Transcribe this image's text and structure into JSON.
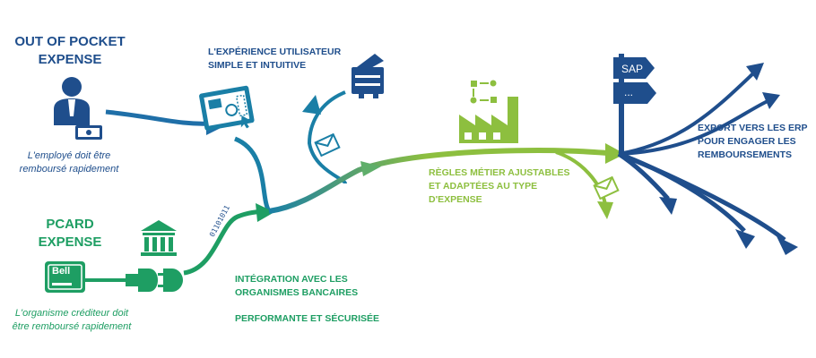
{
  "left_top": {
    "title_line1": "OUT OF POCKET",
    "title_line2": "EXPENSE",
    "caption_line1": "L'employé doit être",
    "caption_line2": "remboursé rapidement"
  },
  "left_bottom": {
    "title_line1": "PCARD",
    "title_line2": "EXPENSE",
    "card_label": "Bell",
    "caption_line1": "L'organisme créditeur doit",
    "caption_line2": "être remboursé rapidement"
  },
  "ux": {
    "line1": "L'EXPÉRIENCE UTILISATEUR",
    "line2": "SIMPLE ET INTUITIVE"
  },
  "banking": {
    "binary": "01101011",
    "line1": "INTÉGRATION AVEC LES",
    "line2": "ORGANISMES BANCAIRES",
    "line3": "PERFORMANTE ET SÉCURISÉE"
  },
  "rules": {
    "line1": "RÈGLES MÉTIER AJUSTABLES",
    "line2": "ET ADAPTÉES AU TYPE",
    "line3": "D'EXPENSE"
  },
  "erp": {
    "sign_top": "SAP",
    "sign_bottom": "...",
    "line1": "EXPORT VERS LES ERP",
    "line2": "POUR ENGAGER LES",
    "line3": "REMBOURSEMENTS"
  },
  "colors": {
    "blue": "#1f4e8c",
    "teal": "#1a7fa6",
    "green": "#1e9e63",
    "lime": "#8dbf3f"
  }
}
